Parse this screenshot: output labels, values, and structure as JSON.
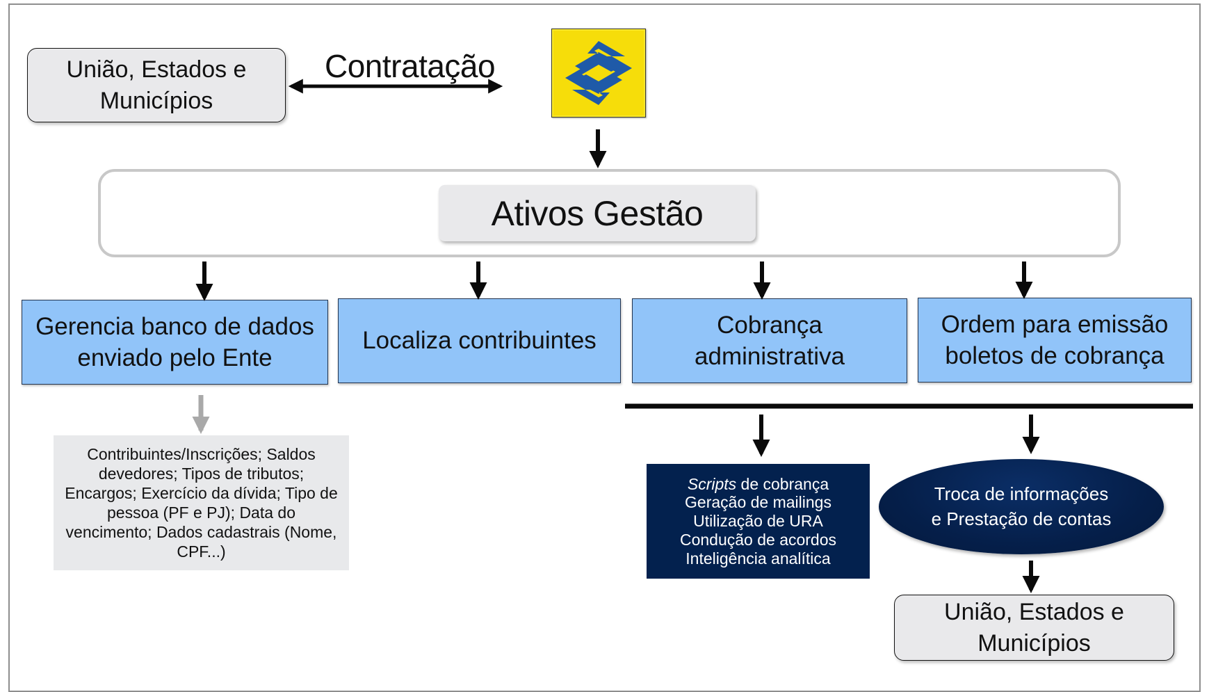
{
  "top": {
    "entity_label": "União, Estados e Municípios",
    "relation_label": "Contratação",
    "logo": {
      "icon": "banco-do-brasil-logo",
      "color": "#f6dd0a",
      "accent": "#1f5aa8"
    }
  },
  "center": {
    "title": "Ativos Gestão"
  },
  "functions": [
    {
      "label": "Gerencia banco de dados enviado pelo Ente"
    },
    {
      "label": "Localiza contribuintes"
    },
    {
      "label": "Cobrança administrativa"
    },
    {
      "label": "Ordem para emissão boletos de cobrança"
    }
  ],
  "database_details": {
    "text": "Contribuintes/Inscrições; Saldos devedores; Tipos de tributos; Encargos; Exercício da dívida; Tipo de pessoa (PF e PJ); Data do vencimento; Dados cadastrais (Nome, CPF...)"
  },
  "collection_activities": {
    "first_emphasis": "Scripts",
    "first_rest": " de cobrança",
    "items": [
      "Geração de mailings",
      "Utilização de URA",
      "Condução de acordos",
      "Inteligência analítica"
    ]
  },
  "reporting": {
    "line1": "Troca de informações",
    "line2": "e Prestação de contas"
  },
  "bottom": {
    "entity_label": "União, Estados e Municípios"
  },
  "colors": {
    "function_box": "#91c4f9",
    "navy": "#03214e",
    "gray_box": "#e9e9eb",
    "arrow": "#0a0a0a",
    "arrow_muted": "#a9a9a9"
  }
}
